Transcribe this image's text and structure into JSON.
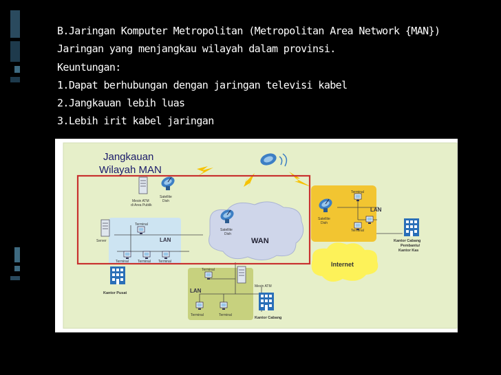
{
  "slide": {
    "title": "B.Jaringan Komputer Metropolitan (Metropolitan Area Network {MAN})",
    "definition": "Jaringan yang menjangkau wilayah dalam provinsi.",
    "advantages_heading": "Keuntungan:",
    "advantages": [
      "1.Dapat berhubungan dengan jaringan televisi kabel",
      "2.Jangkauan lebih luas",
      "3.Lebih irit kabel jaringan"
    ]
  },
  "diagram": {
    "man_label_line1": "Jangkauan",
    "man_label_line2": "Wilayah MAN",
    "wan": "WAN",
    "internet": "Internet",
    "lan": "LAN",
    "terminal": "Terminal",
    "server": "Server",
    "satellite_dish_1": "Satellite",
    "satellite_dish_2": "Dish",
    "atm_public_1": "Mesin ATM",
    "atm_public_2": "di Area Publik",
    "atm": "Mesin ATM",
    "kantor_pusat": "Kantor Pusat",
    "kantor_cabang": "Kantor Cabang",
    "kantor_cabang_pembantu_1": "Kantor Cabang",
    "kantor_cabang_pembantu_2": "Pembantu/",
    "kantor_cabang_pembantu_3": "Kantor Kas",
    "colors": {
      "frame": "#c8302e",
      "lightning": "#f6c200",
      "wan_cloud": "#cfd6ea",
      "yellow_zone": "#f2c531",
      "green_zone": "#c7d17e",
      "blue_zone": "#cde4f2"
    }
  }
}
